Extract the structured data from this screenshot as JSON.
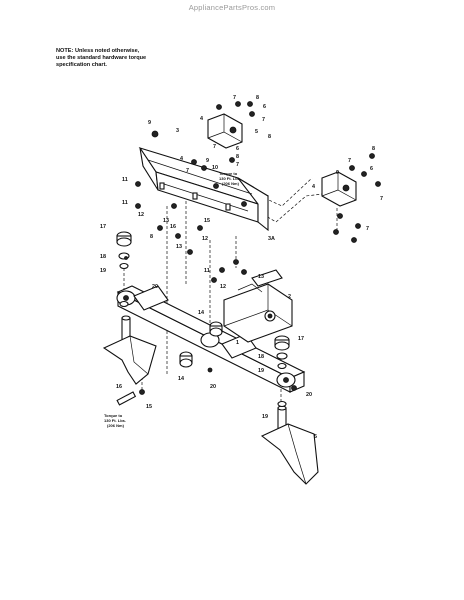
{
  "watermark": "AppliancePartsPros.com",
  "note": {
    "line1": "NOTE: Unless noted otherwise,",
    "line2": "use the standard hardware torque",
    "line3": "specification chart."
  },
  "torque_upper": {
    "line1": "Torque to",
    "line2": "130 Ft. Lbs.",
    "line3": "(206 Nm)"
  },
  "torque_lower": {
    "line1": "Torque to",
    "line2": "130 Ft. Lbs.",
    "line3": "(206 Nm)"
  },
  "callouts": [
    "7",
    "8",
    "6",
    "4",
    "7",
    "5",
    "8",
    "9",
    "3",
    "6",
    "7",
    "4",
    "7",
    "8",
    "7",
    "9",
    "10",
    "11",
    "11",
    "12",
    "13",
    "8",
    "15",
    "16",
    "12",
    "3A",
    "17",
    "18",
    "19",
    "11",
    "12",
    "13",
    "20",
    "13",
    "2",
    "17",
    "18",
    "19",
    "14",
    "14",
    "1",
    "20",
    "16",
    "15",
    "19",
    "20",
    "5",
    "8",
    "7",
    "9",
    "6",
    "7",
    "4",
    "7"
  ]
}
